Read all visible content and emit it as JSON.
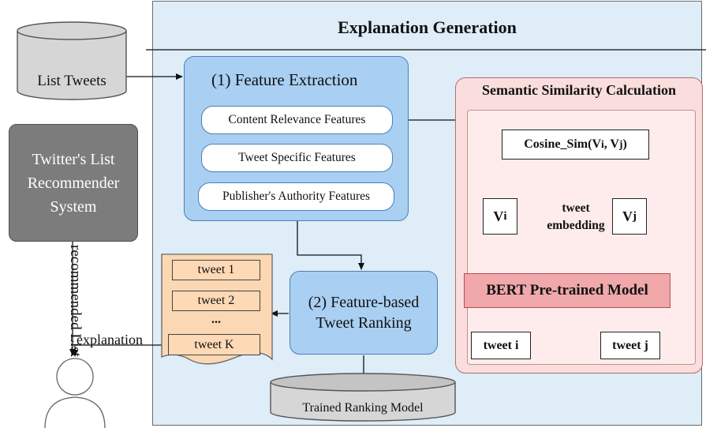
{
  "panel_title": "Explanation Generation",
  "list_tweets": "List Tweets",
  "recommender": [
    "Twitter's List",
    "Recommender",
    "System"
  ],
  "recommended_list": "recommended List",
  "explanation": "explanation",
  "feature_extraction": {
    "title": "(1) Feature Extraction",
    "features": [
      "Content Relevance Features",
      "Tweet Specific Features",
      "Publisher's Authority Features"
    ]
  },
  "ranking": {
    "line1": "(2) Feature-based",
    "line2": "Tweet Ranking"
  },
  "trained_model": "Trained Ranking Model",
  "ranked_tweets": [
    "tweet 1",
    "tweet 2",
    "...",
    "tweet K"
  ],
  "semantic": {
    "title": "Semantic Similarity Calculation",
    "cosine": "Cosine_Sim(V",
    "vi": "V",
    "vj": "V",
    "sub_i": "i",
    "sub_j": "j",
    "embedding": "tweet embedding",
    "bert": "BERT Pre-trained Model",
    "tweet_i": "tweet i",
    "tweet_j": "tweet j"
  }
}
